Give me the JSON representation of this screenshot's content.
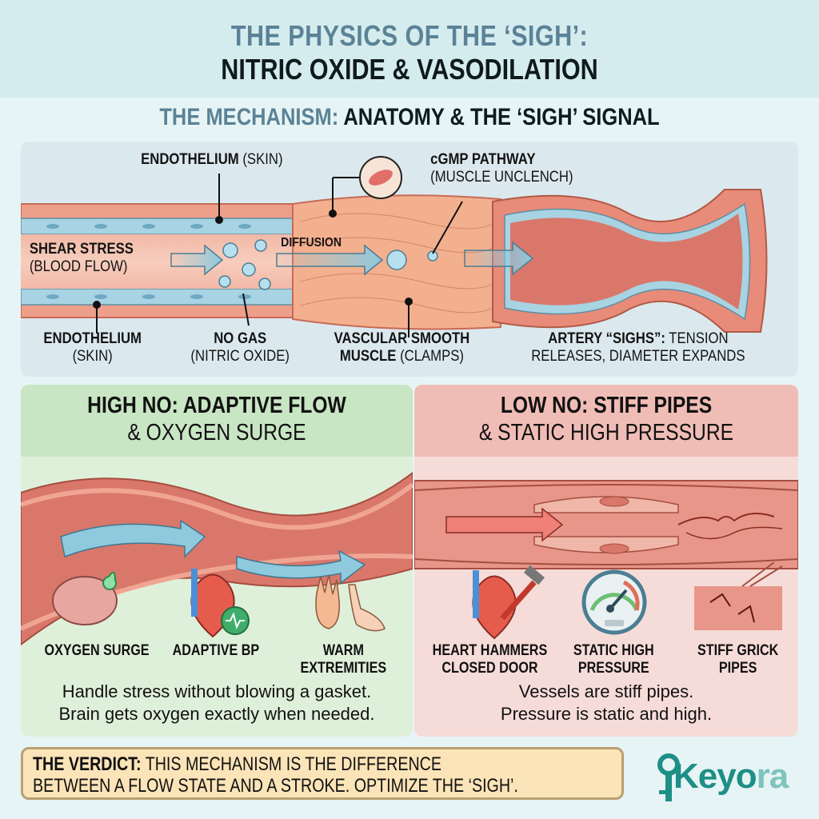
{
  "header": {
    "title_line1": "THE PHYSICS OF THE ‘SIGH’:",
    "title_line2": "NITRIC OXIDE & VASODILATION"
  },
  "mechanism": {
    "subtitle_muted": "THE MECHANISM:",
    "subtitle_dark": "ANATOMY & THE ‘SIGH’ SIGNAL",
    "labels": {
      "endothelium_top_bold": "ENDOTHELIUM",
      "endothelium_top_light": "(SKIN)",
      "cgmp_bold": "cGMP PATHWAY",
      "cgmp_light": "(MUSCLE UNCLENCH)",
      "shear_bold": "SHEAR STRESS",
      "shear_light": "(BLOOD FLOW)",
      "diffusion": "DIFFUSION",
      "endothelium_bottom_bold": "ENDOTHELIUM",
      "endothelium_bottom_light": "(SKIN)",
      "no_gas_bold": "NO GAS",
      "no_gas_light": "(NITRIC OXIDE)",
      "vsm_bold_1": "VASCULAR SMOOTH",
      "vsm_bold_2": "MUSCLE",
      "vsm_light": "(CLAMPS)",
      "artery_bold": "ARTERY “SIGHS”:",
      "artery_light_1": "TENSION",
      "artery_light_2": "RELEASES, DIAMETER EXPANDS"
    }
  },
  "high_no": {
    "heading_bold": "HIGH NO: ADAPTIVE FLOW",
    "heading_light": "& OXYGEN SURGE",
    "icons": [
      {
        "icon": "brain-icon",
        "label_1": "OXYGEN SURGE",
        "label_2": ""
      },
      {
        "icon": "heart-icon",
        "label_1": "ADAPTIVE BP",
        "label_2": ""
      },
      {
        "icon": "hand-foot-icon",
        "label_1": "WARM",
        "label_2": "EXTREMITIES"
      }
    ],
    "text_1": "Handle stress without blowing a gasket.",
    "text_2": "Brain gets oxygen exactly when needed."
  },
  "low_no": {
    "heading_bold": "LOW NO: STIFF PIPES",
    "heading_light": "& STATIC HIGH PRESSURE",
    "icons": [
      {
        "icon": "heart-hammer-icon",
        "label_1": "HEART HAMMERS",
        "label_2": "CLOSED DOOR"
      },
      {
        "icon": "gauge-icon",
        "label_1": "STATIC HIGH",
        "label_2": "PRESSURE"
      },
      {
        "icon": "cracked-pipe-icon",
        "label_1": "STIFF GRICK",
        "label_2": "PIPES"
      }
    ],
    "text_1": "Vessels are stiff pipes.",
    "text_2": "Pressure is static and high."
  },
  "verdict": {
    "label": "THE VERDICT:",
    "line_1": "THIS MECHANISM IS THE DIFFERENCE",
    "line_2": "BETWEEN A FLOW STATE AND A STROKE. OPTIMIZE THE ‘SIGH’."
  },
  "logo": {
    "main": "Keyo",
    "fade": "ra"
  },
  "colors": {
    "background": "#e7f4f5",
    "header_bg": "#d5ecee",
    "title_muted": "#5b8296",
    "vessel": "#e88b78",
    "endothelium": "#9fcfe0",
    "good_panel": "#dff0da",
    "bad_panel": "#f6dcd8",
    "verdict_bg": "#fbe4b8",
    "logo": "#1e8f86"
  }
}
